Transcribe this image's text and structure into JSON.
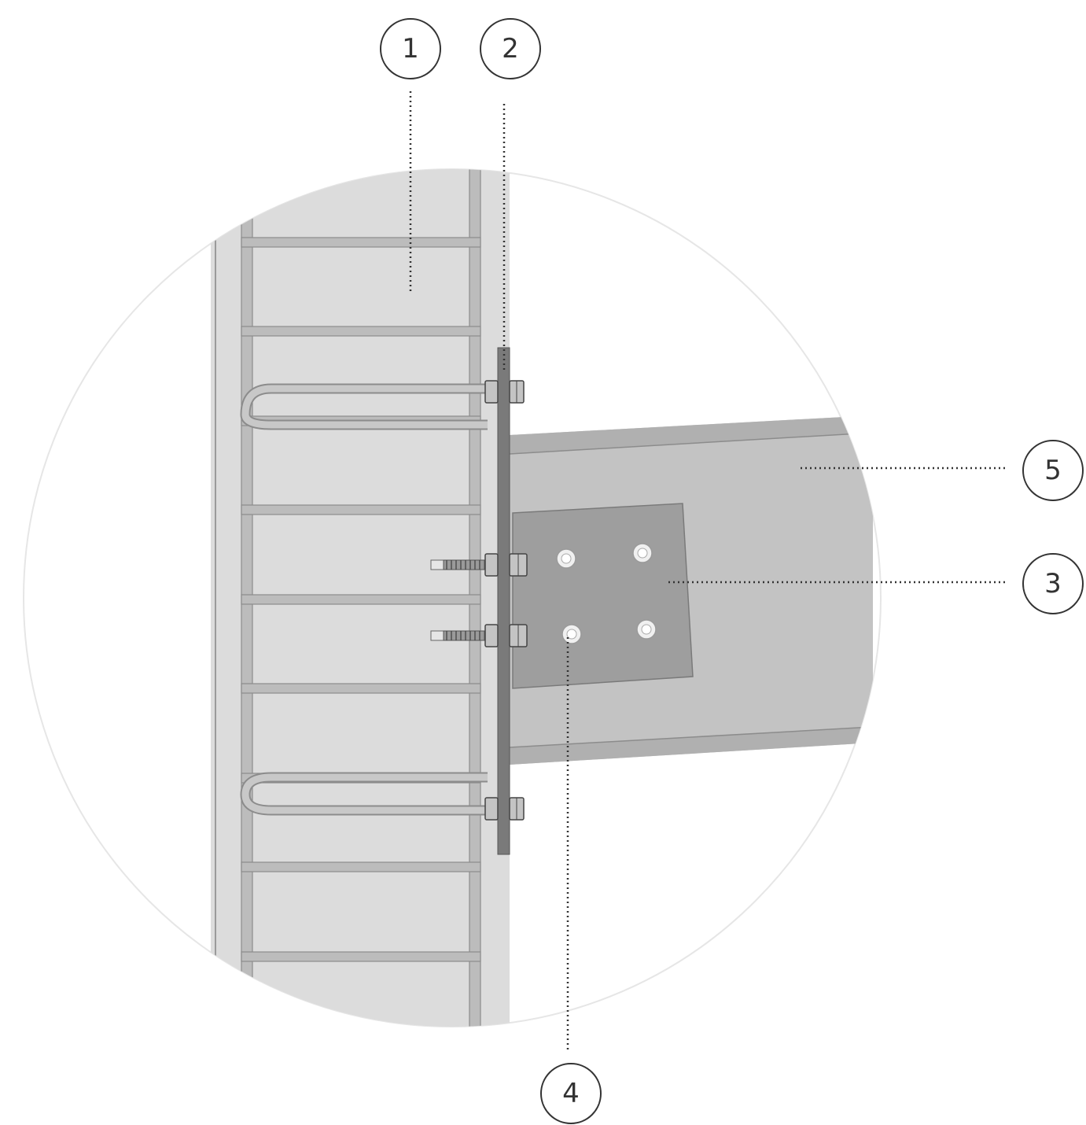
{
  "callouts": [
    {
      "label": "1"
    },
    {
      "label": "2"
    },
    {
      "label": "3"
    },
    {
      "label": "4"
    },
    {
      "label": "5"
    }
  ],
  "colors": {
    "concrete": "#dcdcdc",
    "rebar": "#bcbcbc",
    "end_plate": "#7a7a7a",
    "beam": "#c3c3c3",
    "fin_plate": "#9e9e9e",
    "outline": "#333333",
    "detail_circle": "#e6e6e6"
  }
}
